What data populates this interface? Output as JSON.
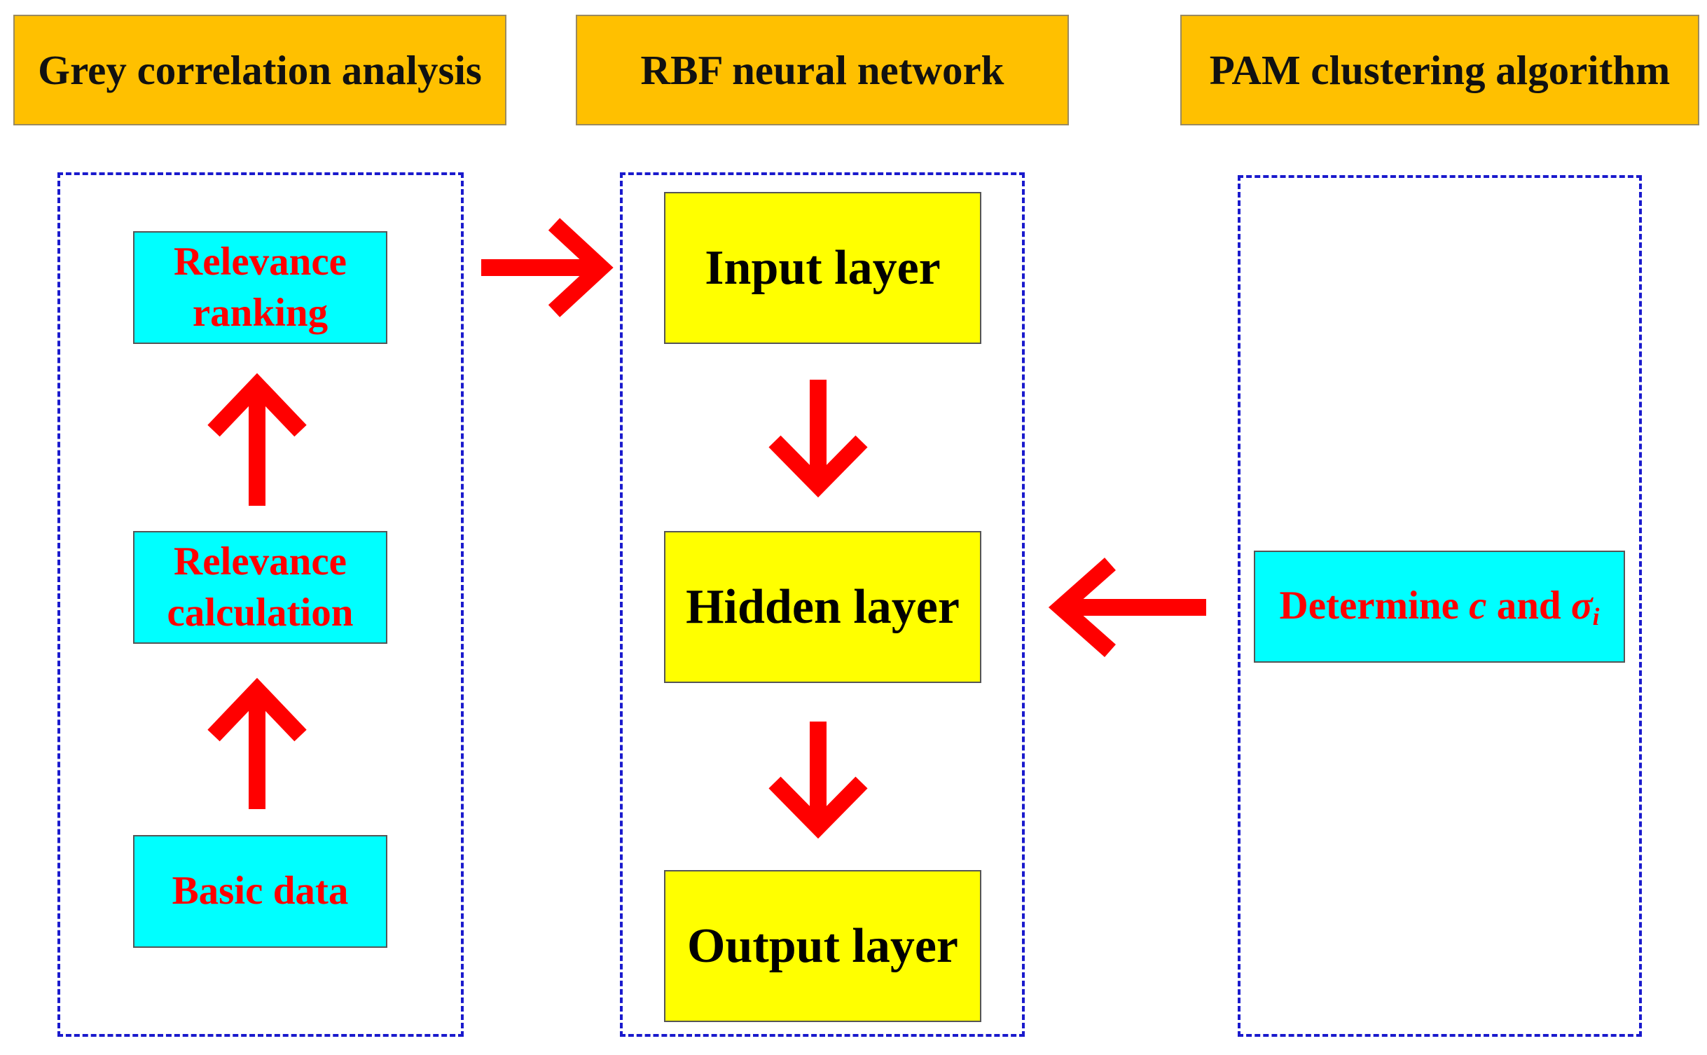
{
  "colors": {
    "header_fill": "#ffc000",
    "frame_dash": "#1a1acd",
    "cyan_box": "#00ffff",
    "yellow_box": "#ffff00",
    "arrow": "#ff0000",
    "cyan_text": "#ff0000",
    "yellow_text": "#000000"
  },
  "headers": {
    "grey": "Grey correlation analysis",
    "rbf": "RBF neural network",
    "pam": "PAM clustering algorithm"
  },
  "grey_column": {
    "relevance_ranking": [
      "Relevance",
      "ranking"
    ],
    "relevance_calculation": [
      "Relevance",
      "calculation"
    ],
    "basic_data": "Basic data"
  },
  "rbf_column": {
    "input_layer": "Input layer",
    "hidden_layer": "Hidden layer",
    "output_layer": "Output layer"
  },
  "pam_column": {
    "determine": {
      "prefix": "Determine ",
      "var_c": "c",
      "middle": " and ",
      "var_sigma": "σ",
      "subscript": "i"
    }
  },
  "arrows": [
    {
      "name": "arrow-basic-to-calculation",
      "direction": "up"
    },
    {
      "name": "arrow-calculation-to-ranking",
      "direction": "up"
    },
    {
      "name": "arrow-ranking-to-input",
      "direction": "right"
    },
    {
      "name": "arrow-input-to-hidden",
      "direction": "down"
    },
    {
      "name": "arrow-hidden-to-output",
      "direction": "down"
    },
    {
      "name": "arrow-pam-to-hidden",
      "direction": "left"
    }
  ]
}
